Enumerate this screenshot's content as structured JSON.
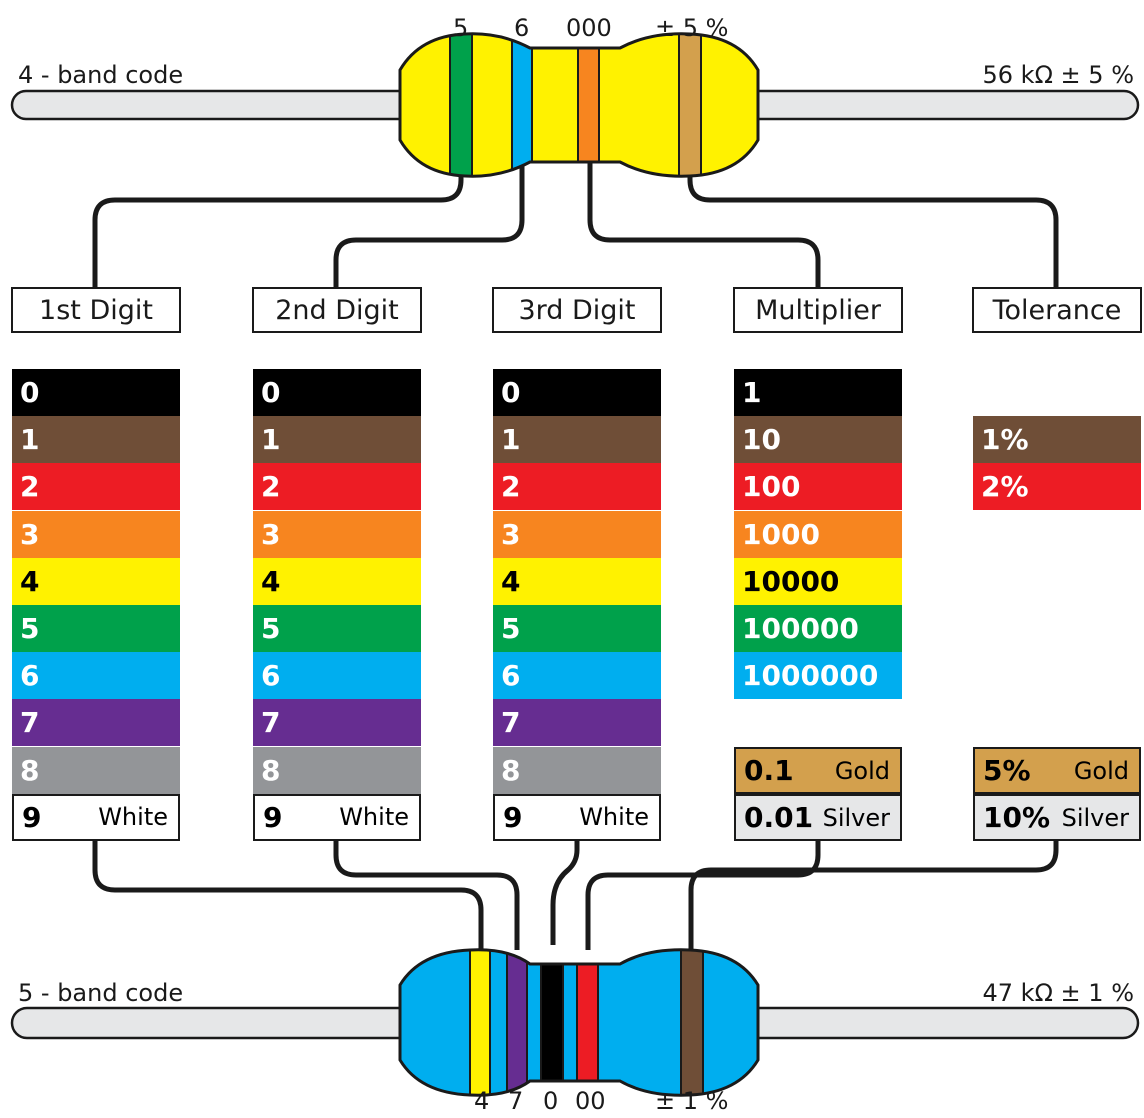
{
  "top_resistor": {
    "code_label": "4 - band code",
    "value_label": "56 kΩ ± 5 %",
    "band_labels": [
      "5",
      "6",
      "000",
      "± 5 %"
    ],
    "body_color": "#fff200",
    "bands": [
      "#00a14b",
      "#00aeef",
      "#f7851f",
      "#d3a04d"
    ]
  },
  "bottom_resistor": {
    "code_label": "5 - band code",
    "value_label": "47 kΩ ± 1 %",
    "band_labels": [
      "4",
      "7",
      "0",
      "00",
      "± 1 %"
    ],
    "body_color": "#00aeef",
    "bands": [
      "#fff200",
      "#662d91",
      "#000000",
      "#ed1c24",
      "#6f4e37"
    ]
  },
  "headers": [
    "1st Digit",
    "2nd Digit",
    "3rd Digit",
    "Multiplier",
    "Tolerance"
  ],
  "digit_rows": [
    {
      "value": "0",
      "name": "",
      "bg": "#000000",
      "fg": "#ffffff"
    },
    {
      "value": "1",
      "name": "",
      "bg": "#6f4e37",
      "fg": "#ffffff"
    },
    {
      "value": "2",
      "name": "",
      "bg": "#ed1c24",
      "fg": "#ffffff"
    },
    {
      "value": "3",
      "name": "",
      "bg": "#f7851f",
      "fg": "#ffffff"
    },
    {
      "value": "4",
      "name": "",
      "bg": "#fff200",
      "fg": "#000000"
    },
    {
      "value": "5",
      "name": "",
      "bg": "#00a14b",
      "fg": "#ffffff"
    },
    {
      "value": "6",
      "name": "",
      "bg": "#00aeef",
      "fg": "#ffffff"
    },
    {
      "value": "7",
      "name": "",
      "bg": "#662d91",
      "fg": "#ffffff"
    },
    {
      "value": "8",
      "name": "",
      "bg": "#939598",
      "fg": "#ffffff"
    },
    {
      "value": "9",
      "name": "White",
      "bg": "#ffffff",
      "fg": "#000000"
    }
  ],
  "multiplier_rows": [
    {
      "value": "1",
      "name": "",
      "bg": "#000000",
      "fg": "#ffffff"
    },
    {
      "value": "10",
      "name": "",
      "bg": "#6f4e37",
      "fg": "#ffffff"
    },
    {
      "value": "100",
      "name": "",
      "bg": "#ed1c24",
      "fg": "#ffffff"
    },
    {
      "value": "1000",
      "name": "",
      "bg": "#f7851f",
      "fg": "#ffffff"
    },
    {
      "value": "10000",
      "name": "",
      "bg": "#fff200",
      "fg": "#000000"
    },
    {
      "value": "100000",
      "name": "",
      "bg": "#00a14b",
      "fg": "#ffffff"
    },
    {
      "value": "1000000",
      "name": "",
      "bg": "#00aeef",
      "fg": "#ffffff"
    }
  ],
  "multiplier_special": [
    {
      "value": "0.1",
      "name": "Gold",
      "bg": "#d3a04d",
      "fg": "#000000"
    },
    {
      "value": "0.01",
      "name": "Silver",
      "bg": "#e6e7e8",
      "fg": "#000000"
    }
  ],
  "tolerance_rows": [
    {
      "value": "1%",
      "name": "",
      "bg": "#6f4e37",
      "fg": "#ffffff"
    },
    {
      "value": "2%",
      "name": "",
      "bg": "#ed1c24",
      "fg": "#ffffff"
    }
  ],
  "tolerance_special": [
    {
      "value": "5%",
      "name": "Gold",
      "bg": "#d3a04d",
      "fg": "#000000"
    },
    {
      "value": "10%",
      "name": "Silver",
      "bg": "#e6e7e8",
      "fg": "#000000"
    }
  ],
  "colors": {
    "lead": "#e6e7e8",
    "wire": "#1a1a1a"
  }
}
